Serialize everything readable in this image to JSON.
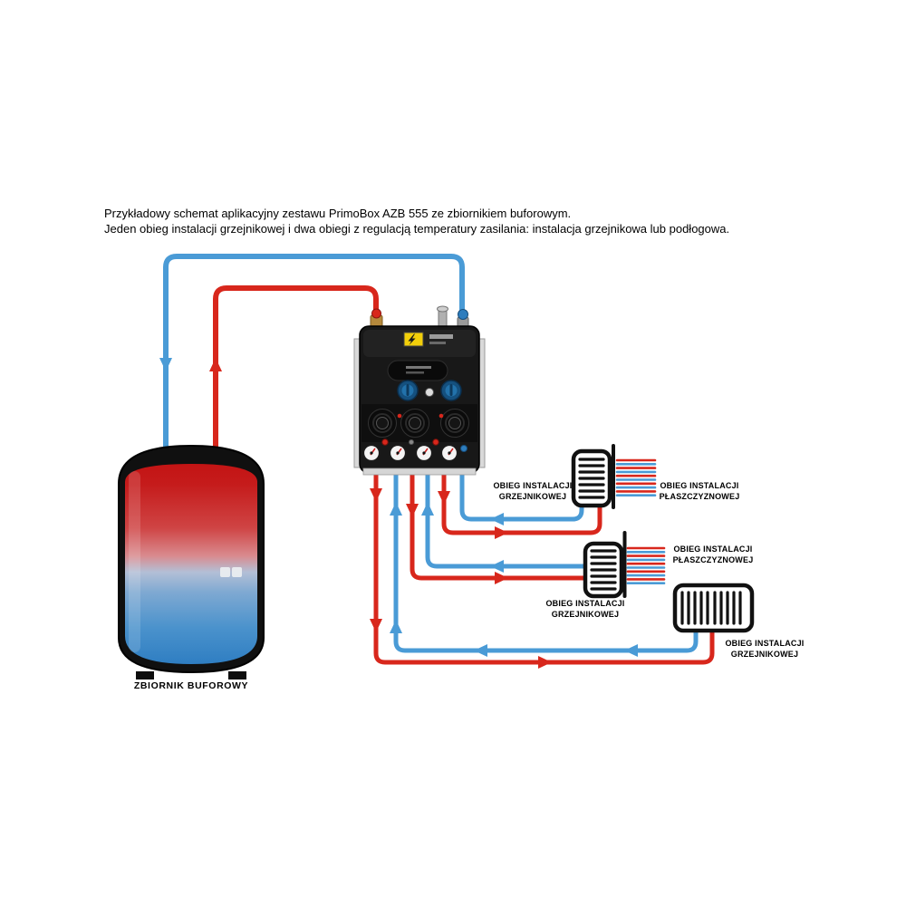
{
  "title": {
    "line1": "Przykładowy schemat aplikacyjny zestawu PrimoBox AZB 555 ze zbiornikiem buforowym.",
    "line2": "Jeden obieg instalacji grzejnikowej i dwa obiegi z regulacją temperatury zasilania: instalacja grzejnikowa lub podłogowa."
  },
  "tank": {
    "label": "ZBIORNIK BUFOROWY"
  },
  "circuits": [
    {
      "id": "circuit-1",
      "type": "radiator",
      "label": "OBIEG INSTALACJI GRZEJNIKOWEJ"
    },
    {
      "id": "circuit-2",
      "type": "surface",
      "label": "OBIEG INSTALACJI PŁASZCZYZNOWEJ"
    },
    {
      "id": "circuit-3",
      "type": "surface",
      "label": "OBIEG INSTALACJI PŁASZCZYZNOWEJ"
    },
    {
      "id": "circuit-4",
      "type": "radiator",
      "label": "OBIEG INSTALACJI GRZEJNIKOWEJ"
    },
    {
      "id": "circuit-5",
      "type": "radiator",
      "label": "OBIEG INSTALACJI GRZEJNIKOWEJ"
    }
  ],
  "colors": {
    "supply": "#d8271c",
    "return": "#4a9bd6",
    "tank_hot": "#c41414",
    "tank_cold": "#2f7ec2"
  }
}
